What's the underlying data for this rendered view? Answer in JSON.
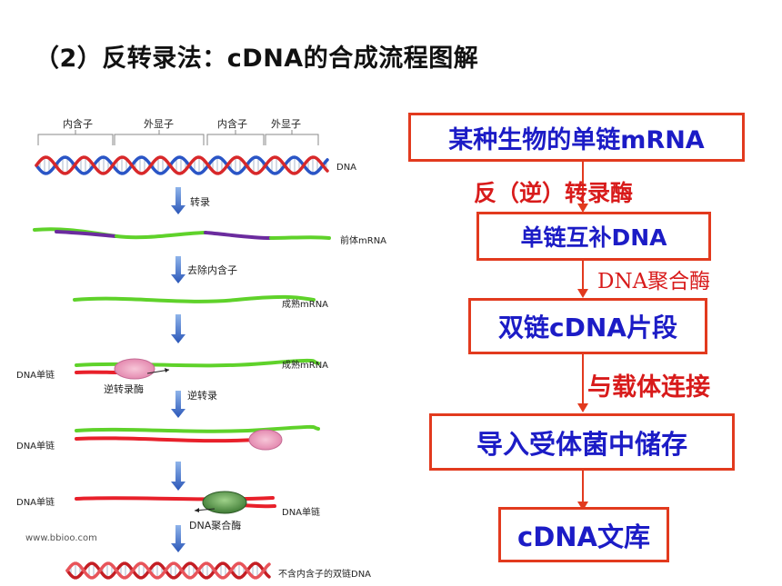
{
  "title": "（2）反转录法：cDNA的合成流程图解",
  "left_figure": {
    "segments": [
      "内含子",
      "外显子",
      "内含子",
      "外显子"
    ],
    "dna": "DNA",
    "step_transcription": "转录",
    "pre_mrna": "前体mRNA",
    "step_remove_introns": "去除内含子",
    "mature_mrna_1": "成熟mRNA",
    "mature_mrna_2": "成熟mRNA",
    "dna_single_1": "DNA单链",
    "reverse_transcriptase": "逆转录酶",
    "step_reverse_transcription": "逆转录",
    "dna_single_2": "DNA单链",
    "dna_single_3": "DNA单链",
    "dna_single_4": "DNA单链",
    "dna_polymerase": "DNA聚合酶",
    "watermark": "www.bbioo.com",
    "final_dna": "不含内含子的双链DNA"
  },
  "flow": {
    "box1": "某种生物的单链mRNA",
    "step1": "反（逆）转录酶",
    "box2": "单链互补DNA",
    "step2": "DNA聚合酶",
    "box3": "双链cDNA片段",
    "step3": "与载体连接",
    "box4": "导入受体菌中储存",
    "box5": "cDNA文库"
  },
  "colors": {
    "box_border": "#e23a1e",
    "box_text": "#1c1cc6",
    "step_text": "#d81b1b",
    "mrna": "#5fd22a",
    "intron": "#6b2b9e",
    "dna_strand": "#e8202a",
    "helix_blue": "#2a55c6",
    "helix_red": "#d8282a",
    "arrow_blue": "#2a56b8"
  }
}
